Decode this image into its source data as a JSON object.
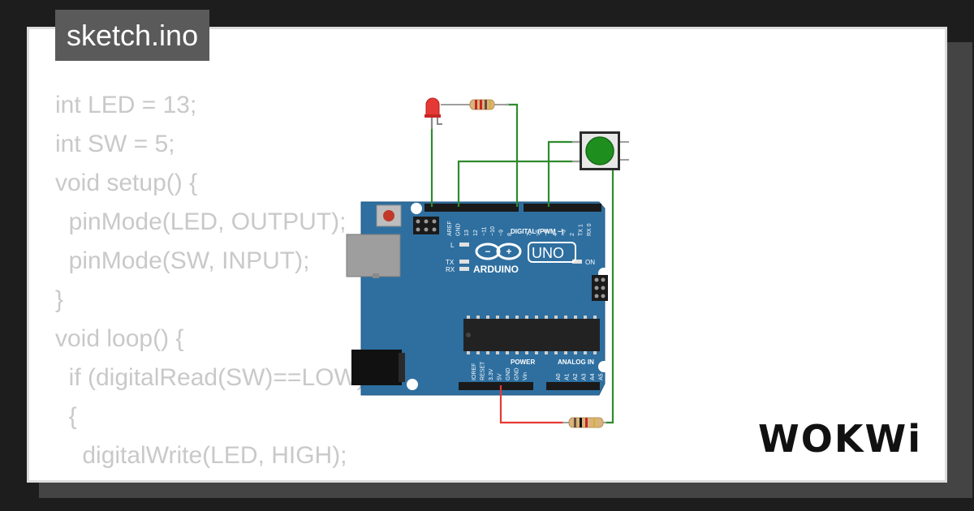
{
  "file_tab": {
    "label": "sketch.ino"
  },
  "code_lines": [
    "int LED = 13;",
    "int SW = 5;",
    "void setup() {",
    "  pinMode(LED, OUTPUT);",
    "  pinMode(SW, INPUT);",
    "}",
    "void loop() {",
    "  if (digitalRead(SW)==LOW)",
    "  {",
    "    digitalWrite(LED, HIGH);",
    "  }"
  ],
  "board": {
    "logo_text": "ARDUINO",
    "model": "UNO",
    "digital_header_label": "DIGITAL (PWM ~)",
    "power_label": "POWER",
    "analog_label": "ANALOG IN",
    "on_label": "ON",
    "l_label": "L",
    "tx_label": "TX",
    "rx_label": "RX",
    "top_pins": [
      "AREF",
      "GND",
      "13",
      "12",
      "~11",
      "~10",
      "~9",
      "8",
      "7",
      "~6",
      "~5",
      "4",
      "~3",
      "2",
      "TX 1",
      "RX 0"
    ],
    "power_pins": [
      "IOREF",
      "RESET",
      "3.3V",
      "5V",
      "GND",
      "GND",
      "Vin"
    ],
    "analog_pins": [
      "A0",
      "A1",
      "A2",
      "A3",
      "A4",
      "A5"
    ]
  },
  "components": {
    "led_color": "#e53935",
    "button_color": "#1e8e1e",
    "wire_green": "#2e8b2e",
    "wire_red": "#e53935"
  },
  "branding": {
    "logo": "WOKWi"
  },
  "colors": {
    "board_blue": "#2e6fa0",
    "tab_bg": "#5a5a5a",
    "code_text": "#c9c9c9"
  }
}
